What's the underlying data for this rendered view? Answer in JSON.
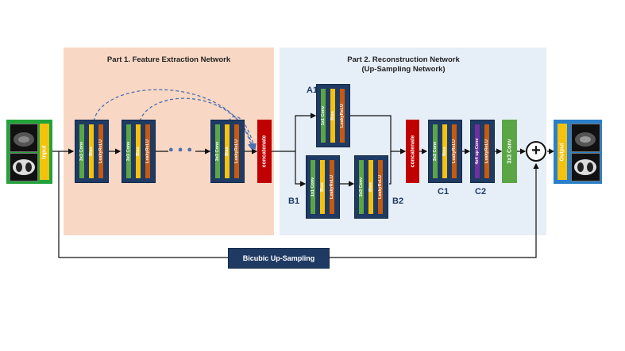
{
  "part1_title": "Part 1. Feature Extraction Network",
  "part2_title_line1": "Part 2. Reconstruction Network",
  "part2_title_line2": "(Up-Sampling Network)",
  "input_label": "Input",
  "output_label": "Output",
  "layers": {
    "conv3": "3x3 Conv",
    "conv1": "1x1 Conv",
    "bias": "Bias",
    "lrelu": "LeakyReLU",
    "upconv": "4x4 up-Conv"
  },
  "concat": "concatenate",
  "ellipsis": "● ● ●",
  "labels": {
    "a1": "A1",
    "b1": "B1",
    "b2": "B2",
    "c1": "C1",
    "c2": "C2"
  },
  "plus": "+",
  "bicubic": "Bicubic Up-Sampling",
  "colors": {
    "part1_bg": "#f8d7c4",
    "part2_bg": "#e6eef7",
    "block": "#1f3a63",
    "input_frame": "#22a33a",
    "output_frame": "#2a7fc9",
    "concat": "#c00000",
    "dashed": "#4b6fb0"
  }
}
